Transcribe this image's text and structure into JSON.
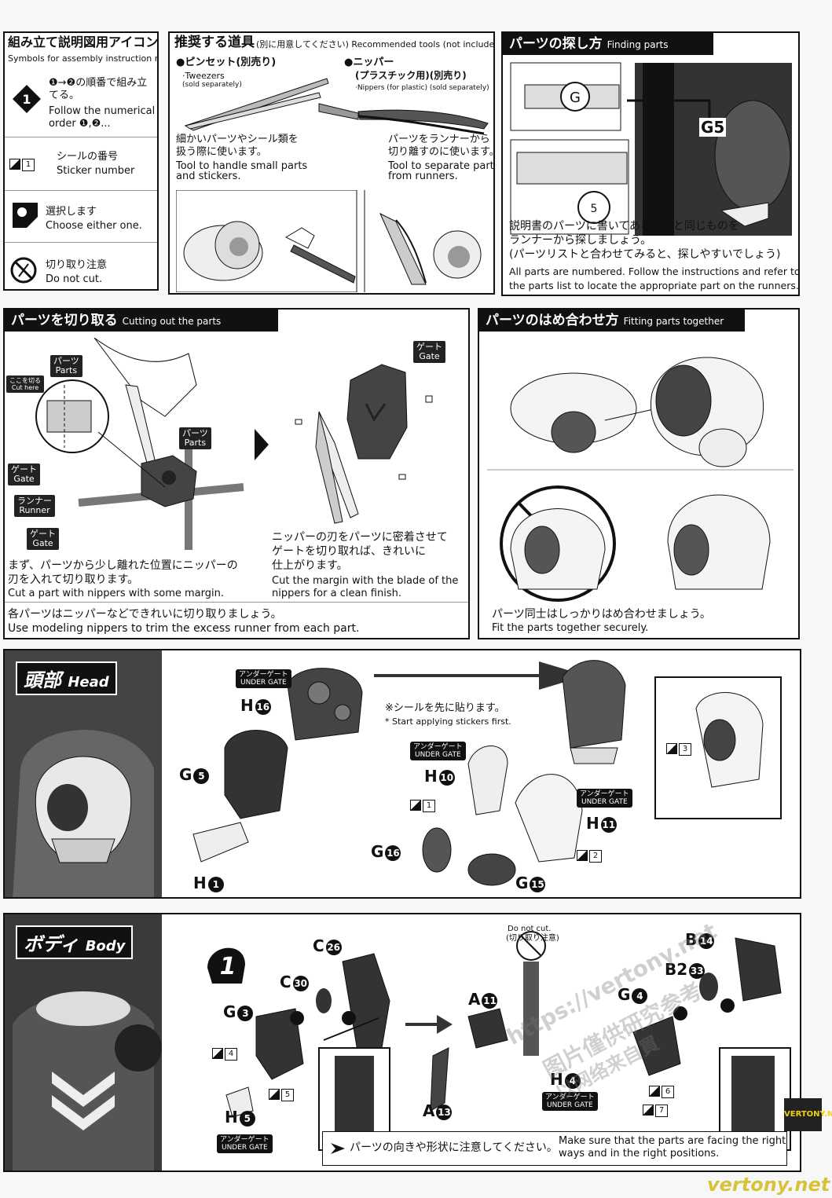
{
  "icons_panel": {
    "title_jp": "組み立て説明図用アイコン",
    "title_en": "Symbols for assembly instruction manuals",
    "order": {
      "jp": "❶→❷の順番で組み立てる。",
      "en1": "Follow the numerical",
      "en2": "order ❶,❷..."
    },
    "sticker": {
      "num": "1",
      "jp": "シールの番号",
      "en": "Sticker number"
    },
    "choose": {
      "jp": "選択します",
      "en": "Choose either one."
    },
    "nocut": {
      "jp": "切り取り注意",
      "en": "Do not cut."
    }
  },
  "tools_panel": {
    "title_jp": "推奨する道具",
    "title_note": "(別に用意してください) Recommended tools (not included)",
    "tweezers": {
      "label_jp": "●ピンセット(別売り)",
      "label_en": "·Tweezers",
      "note": "(sold separately)",
      "desc_jp1": "細かいパーツやシール類を",
      "desc_jp2": "扱う際に使います。",
      "desc_en1": "Tool to handle small parts",
      "desc_en2": "and stickers."
    },
    "nipper": {
      "label_jp": "●ニッパー",
      "label_jp2": "(プラスチック用)(別売り)",
      "label_en": "·Nippers (for plastic) (sold separately)",
      "desc_jp1": "パーツをランナーから",
      "desc_jp2": "切り離すのに使います。",
      "desc_en1": "Tool to separate parts",
      "desc_en2": "from runners."
    }
  },
  "finding_panel": {
    "title_jp": "パーツの探し方",
    "title_en": "Finding parts",
    "part": "G5",
    "desc_jp1": "説明書のパーツに書いてある番号と同じものを",
    "desc_jp2": "ランナーから探しましょう。",
    "desc_jp3": "(パーツリストと合わせてみると、探しやすいでしょう)",
    "desc_en1": "All parts are numbered. Follow the instructions and refer to",
    "desc_en2": "the parts list to locate the appropriate part on the runners."
  },
  "cutting_panel": {
    "title_jp": "パーツを切り取る",
    "title_en": "Cutting out the parts",
    "labels": {
      "parts_jp": "パーツ",
      "parts_en": "Parts",
      "cut_jp": "ここを切る",
      "cut_en": "Cut here",
      "gate_jp": "ゲート",
      "gate_en": "Gate",
      "runner_jp": "ランナー",
      "runner_en": "Runner"
    },
    "step1_jp1": "まず、パーツから少し離れた位置にニッパーの",
    "step1_jp2": "刃を入れて切り取ります。",
    "step1_en": "Cut a part with nippers with some margin.",
    "step2_jp1": "ニッパーの刃をパーツに密着させて",
    "step2_jp2": "ゲートを切り取れば、きれいに",
    "step2_jp3": "仕上がります。",
    "step2_en1": "Cut the margin with the blade of the",
    "step2_en2": "nippers for a clean finish.",
    "foot_jp": "各パーツはニッパーなどできれいに切り取りましょう。",
    "foot_en": "Use modeling nippers to trim the excess runner from each part."
  },
  "fitting_panel": {
    "title_jp": "パーツのはめ合わせ方",
    "title_en": "Fitting parts together",
    "desc_jp": "パーツ同士はしっかりはめ合わせましょう。",
    "desc_en": "Fit the parts together securely."
  },
  "head_panel": {
    "title_jp": "頭部",
    "title_en": "Head",
    "note_jp": "※シールを先に貼ります。",
    "note_en": "* Start applying stickers first.",
    "under_gate_jp": "アンダーゲート",
    "under_gate_en": "UNDER GATE",
    "parts": [
      {
        "letter": "H",
        "num": "16"
      },
      {
        "letter": "G",
        "num": "5"
      },
      {
        "letter": "H",
        "num": "1"
      },
      {
        "letter": "H",
        "num": "10"
      },
      {
        "letter": "G",
        "num": "16"
      },
      {
        "letter": "G",
        "num": "15"
      },
      {
        "letter": "H",
        "num": "11"
      }
    ],
    "stickers": [
      "1",
      "2",
      "3"
    ]
  },
  "body_panel": {
    "title_jp": "ボディ",
    "title_en": "Body",
    "step": "1",
    "nocut_en": "Do not cut.",
    "nocut_jp": "(切り取り注意)",
    "under_gate_jp": "アンダーゲート",
    "under_gate_en": "UNDER GATE",
    "parts": [
      {
        "letter": "C",
        "num": "26"
      },
      {
        "letter": "C",
        "num": "30"
      },
      {
        "letter": "G",
        "num": "3"
      },
      {
        "letter": "H",
        "num": "5"
      },
      {
        "letter": "A",
        "num": "11"
      },
      {
        "letter": "A",
        "num": "13"
      },
      {
        "letter": "B",
        "num": "14"
      },
      {
        "letter": "B2",
        "num": "33"
      },
      {
        "letter": "G",
        "num": "4"
      },
      {
        "letter": "H",
        "num": "4"
      }
    ],
    "stickers": [
      "4",
      "5",
      "6",
      "7"
    ],
    "footer_jp": "パーツの向きや形状に注意してください。",
    "footer_en1": "Make sure that the parts are facing the right",
    "footer_en2": "ways and in the right positions."
  },
  "watermarks": {
    "url": "https://vertony.net",
    "jp": "图片僅供研究参考",
    "jp2": "以网络来自買",
    "logo": "VERTONY.NET",
    "footer": "vertony.net"
  }
}
